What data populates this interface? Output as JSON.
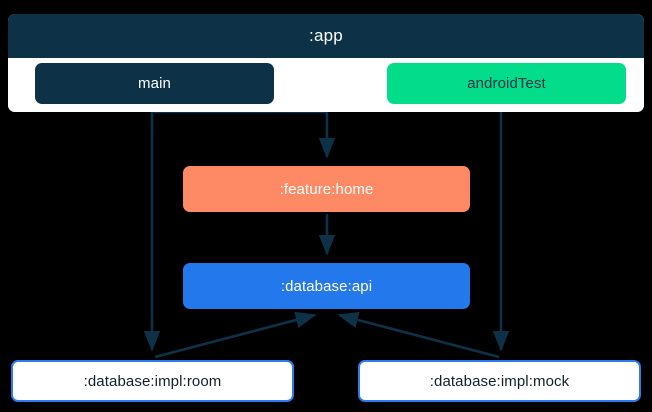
{
  "graph": {
    "title": ":app",
    "background_color": "#000000",
    "subgraph": {
      "label": ":app",
      "fill": "#ffffff",
      "header_fill": "#0d3247",
      "header_text_color": "#ffffff",
      "children": [
        {
          "id": "main",
          "label": "main",
          "fill": "#0d3247",
          "text_color": "#ffffff"
        },
        {
          "id": "androidTest",
          "label": "androidTest",
          "fill": "#03dd89",
          "text_color": "#0d3247"
        }
      ]
    },
    "nodes": [
      {
        "id": "feature-home",
        "label": ":feature:home",
        "fill": "#fd8a64",
        "text_color": "#ffffff",
        "shape": "rounded-box"
      },
      {
        "id": "database-api",
        "label": ":database:api",
        "fill": "#2378ec",
        "text_color": "#ffffff",
        "shape": "rounded-box"
      },
      {
        "id": "database-impl-room",
        "label": ":database:impl:room",
        "fill": "#ffffff",
        "text_color": "#11202b",
        "border_color": "#2b7cf0",
        "shape": "rounded-box-outlined"
      },
      {
        "id": "database-impl-mock",
        "label": ":database:impl:mock",
        "fill": "#ffffff",
        "text_color": "#11202b",
        "border_color": "#2b7cf0",
        "shape": "rounded-box-outlined"
      }
    ],
    "edges": [
      {
        "id": "edge-main-to-room",
        "from": "main",
        "to": "database-impl-room",
        "style": "straight",
        "color": "#0d3247"
      },
      {
        "id": "edge-main-to-feature-home",
        "from": "main",
        "to": "feature-home",
        "style": "elbow",
        "color": "#0d3247"
      },
      {
        "id": "edge-androidtest-to-mock",
        "from": "androidTest",
        "to": "database-impl-mock",
        "style": "straight",
        "color": "#0d3247"
      },
      {
        "id": "edge-feature-home-to-database-api",
        "from": "feature-home",
        "to": "database-api",
        "style": "straight",
        "color": "#0d3247"
      },
      {
        "id": "edge-room-to-database-api",
        "from": "database-impl-room",
        "to": "database-api",
        "style": "diagonal",
        "color": "#0d3247"
      },
      {
        "id": "edge-mock-to-database-api",
        "from": "database-impl-mock",
        "to": "database-api",
        "style": "diagonal",
        "color": "#0d3247"
      }
    ],
    "edge_color": "#0d3247"
  }
}
